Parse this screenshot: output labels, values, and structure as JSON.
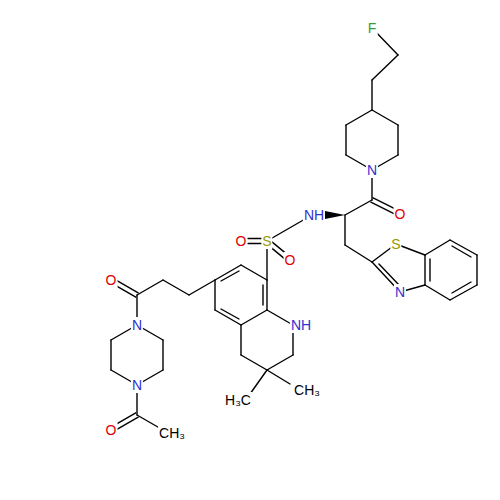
{
  "diagram": {
    "labels": [
      "F",
      "N",
      "O",
      "NH",
      "S",
      "N",
      "S",
      "O",
      "O",
      "NH",
      "CH₃",
      "H₃C",
      "O",
      "N",
      "N",
      "O",
      "CH₃"
    ]
  }
}
